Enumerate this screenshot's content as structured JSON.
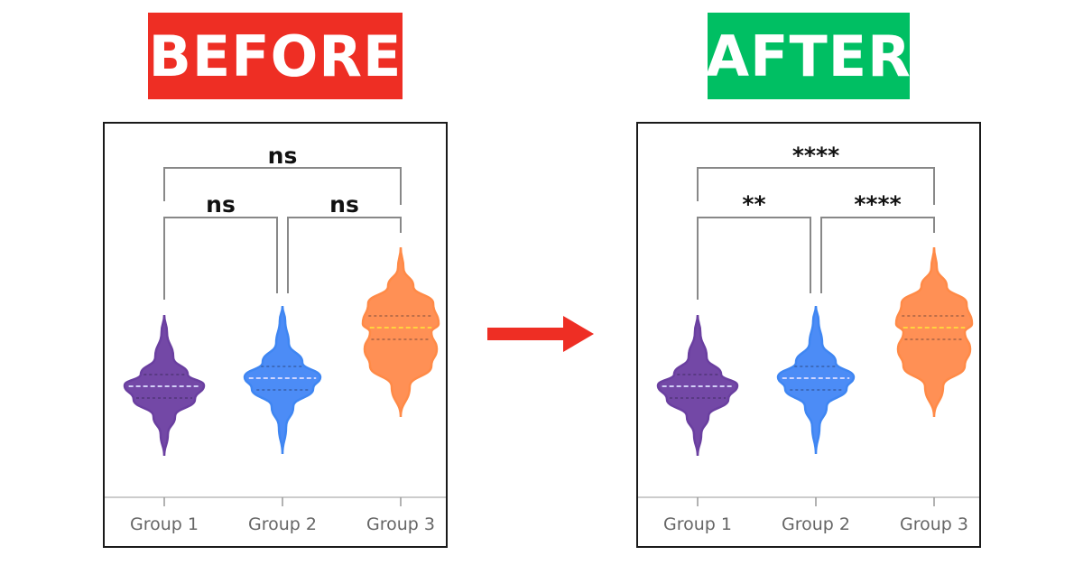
{
  "banners": {
    "before": {
      "text": "BEFORE",
      "color": "#ee2e24"
    },
    "after": {
      "text": "AFTER",
      "color": "#00bf63"
    }
  },
  "arrow": {
    "color": "#ee2e24"
  },
  "chart_data": [
    {
      "type": "violin",
      "panel": "before",
      "categories": [
        "Group 1",
        "Group 2",
        "Group 3"
      ],
      "colors": [
        "#6a3fa0",
        "#3f86f2",
        "#ff8a47"
      ],
      "comparisons": [
        {
          "groups": [
            "Group 1",
            "Group 2"
          ],
          "label": "ns"
        },
        {
          "groups": [
            "Group 2",
            "Group 3"
          ],
          "label": "ns"
        },
        {
          "groups": [
            "Group 1",
            "Group 3"
          ],
          "label": "ns"
        }
      ],
      "grid": false
    },
    {
      "type": "violin",
      "panel": "after",
      "categories": [
        "Group 1",
        "Group 2",
        "Group 3"
      ],
      "colors": [
        "#6a3fa0",
        "#3f86f2",
        "#ff8a47"
      ],
      "comparisons": [
        {
          "groups": [
            "Group 1",
            "Group 2"
          ],
          "label": "**"
        },
        {
          "groups": [
            "Group 2",
            "Group 3"
          ],
          "label": "****"
        },
        {
          "groups": [
            "Group 1",
            "Group 3"
          ],
          "label": "****"
        }
      ],
      "grid": false
    }
  ]
}
